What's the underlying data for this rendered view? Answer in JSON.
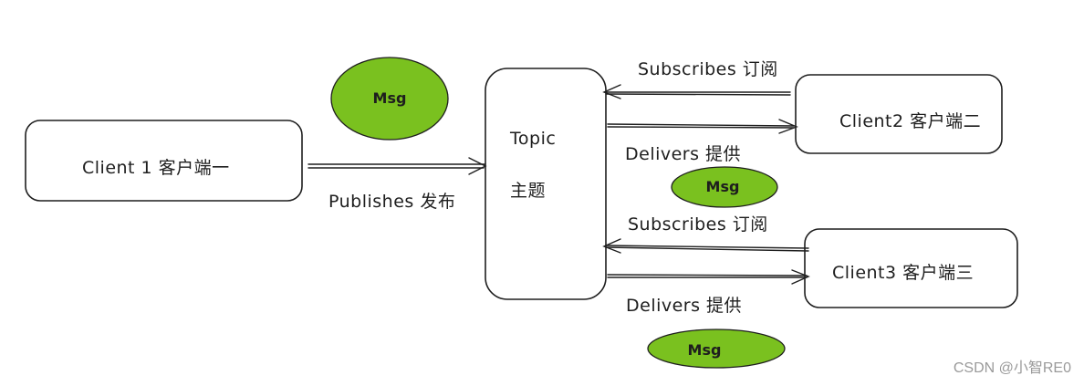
{
  "nodes": {
    "client1": "Client 1 客户端一",
    "topic_line1": "Topic",
    "topic_line2": "主题",
    "client2": "Client2 客户端二",
    "client3": "Client3 客户端三"
  },
  "messages": {
    "msg1": "Msg",
    "msg2": "Msg",
    "msg3": "Msg"
  },
  "edges": {
    "publishes": "Publishes 发布",
    "subscribes_client2": "Subscribes 订阅",
    "delivers_client2": "Delivers 提供",
    "subscribes_client3": "Subscribes 订阅",
    "delivers_client3": "Delivers 提供"
  },
  "watermark": "CSDN @小智RE0",
  "colors": {
    "msg_fill": "#7ac11f",
    "stroke": "#1e1e1e"
  }
}
